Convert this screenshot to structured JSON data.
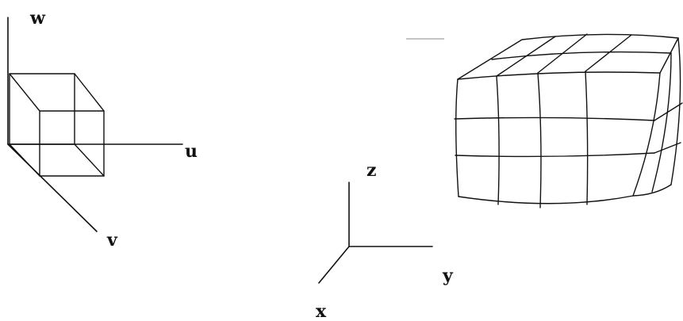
{
  "parameter_space": {
    "axis_labels": {
      "u": "u",
      "v": "v",
      "w": "w"
    }
  },
  "world_space": {
    "axis_labels": {
      "x": "x",
      "y": "y",
      "z": "z"
    }
  }
}
